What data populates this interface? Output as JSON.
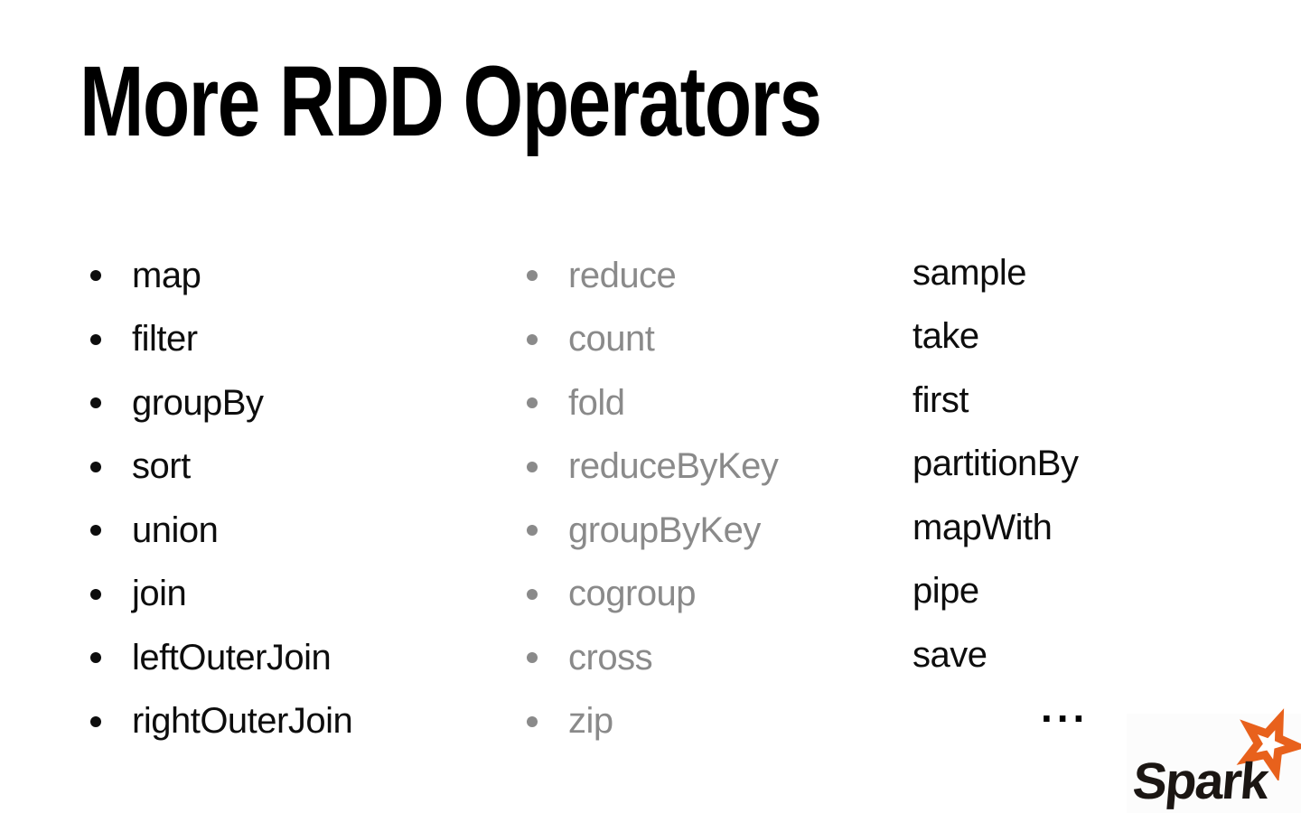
{
  "slide": {
    "title": "More RDD Operators",
    "ellipsis": "...",
    "columns": [
      {
        "id": "transformations",
        "bulleted": true,
        "text_color": "#0d0d0d",
        "items": [
          "map",
          "filter",
          "groupBy",
          "sort",
          "union",
          "join",
          "leftOuterJoin",
          "rightOuterJoin"
        ]
      },
      {
        "id": "aggregations",
        "bulleted": true,
        "text_color": "#8a8a8a",
        "items": [
          "reduce",
          "count",
          "fold",
          "reduceByKey",
          "groupByKey",
          "cogroup",
          "cross",
          "zip"
        ]
      },
      {
        "id": "other-operators",
        "bulleted": false,
        "text_color": "#0d0d0d",
        "items": [
          "sample",
          "take",
          "first",
          "partitionBy",
          "mapWith",
          "pipe",
          "save"
        ]
      }
    ],
    "logo": {
      "text": "Spark",
      "text_color": "#1b1613",
      "star_color": "#E8611C",
      "background": "#fcfcfc"
    }
  }
}
